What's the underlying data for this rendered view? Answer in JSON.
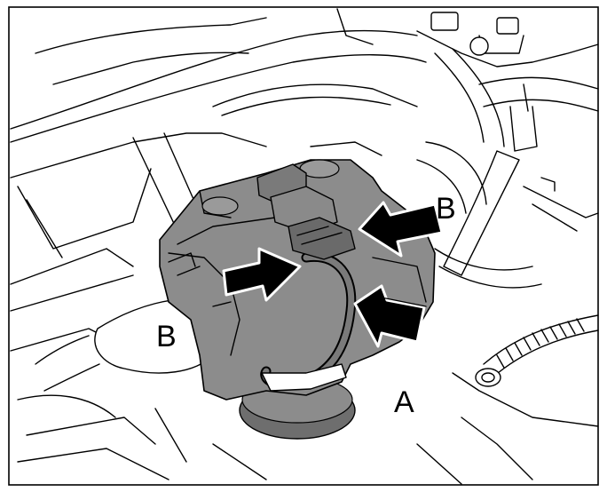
{
  "labels": {
    "connector_b_top": "B",
    "connector_b_left": "B",
    "sensor_a": "A"
  },
  "colors": {
    "line": "#000000",
    "sensor_fill": "#8c8c8c",
    "sensor_shade": "#6e6e6e",
    "connector_fill": "#7a7a7a",
    "background": "#ffffff"
  }
}
